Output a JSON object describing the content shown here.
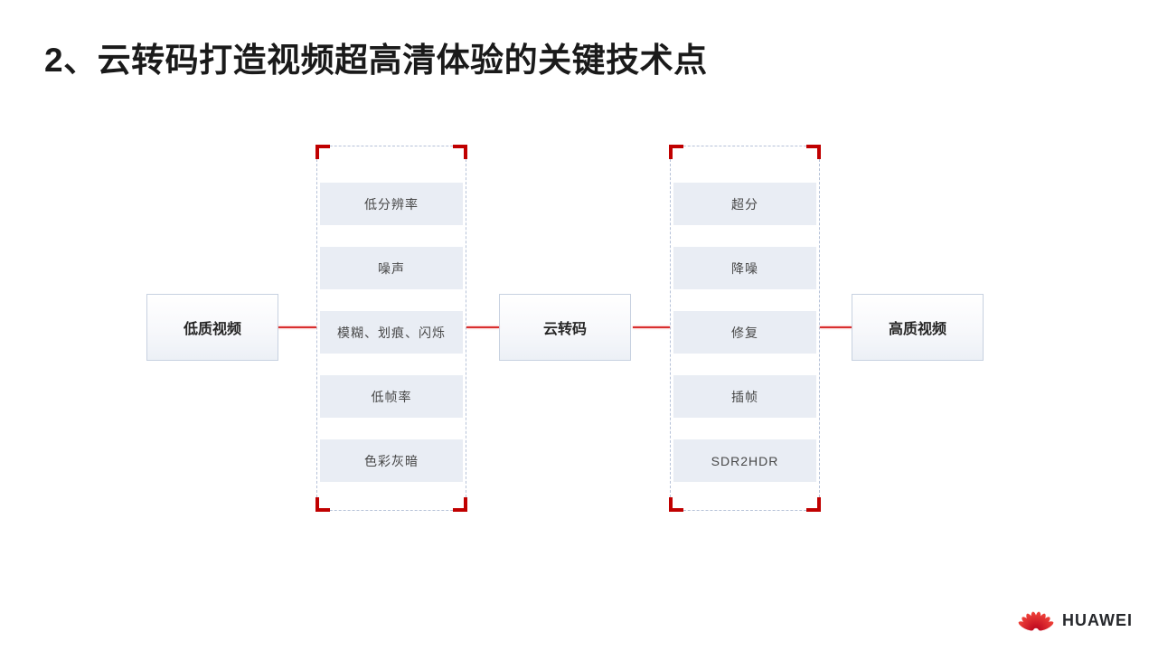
{
  "slide": {
    "title": "2、云转码打造视频超高清体验的关键技术点"
  },
  "diagram": {
    "input_label": "低质视频",
    "process_label": "云转码",
    "output_label": "高质视频",
    "problems": [
      "低分辨率",
      "噪声",
      "模糊、划痕、闪烁",
      "低帧率",
      "色彩灰暗"
    ],
    "capabilities": [
      "超分",
      "降噪",
      "修复",
      "插帧",
      "SDR2HDR"
    ]
  },
  "branding": {
    "logo_text": "HUAWEI",
    "logo_icon": "huawei-flower-icon"
  },
  "colors": {
    "connector_red": "#d92f2f",
    "bracket_red": "#c00000",
    "huawei_red": "#cf0a2c",
    "row_background": "#e9edf4",
    "box_border": "#c7d1e0",
    "title_text": "#1a1a1a"
  }
}
